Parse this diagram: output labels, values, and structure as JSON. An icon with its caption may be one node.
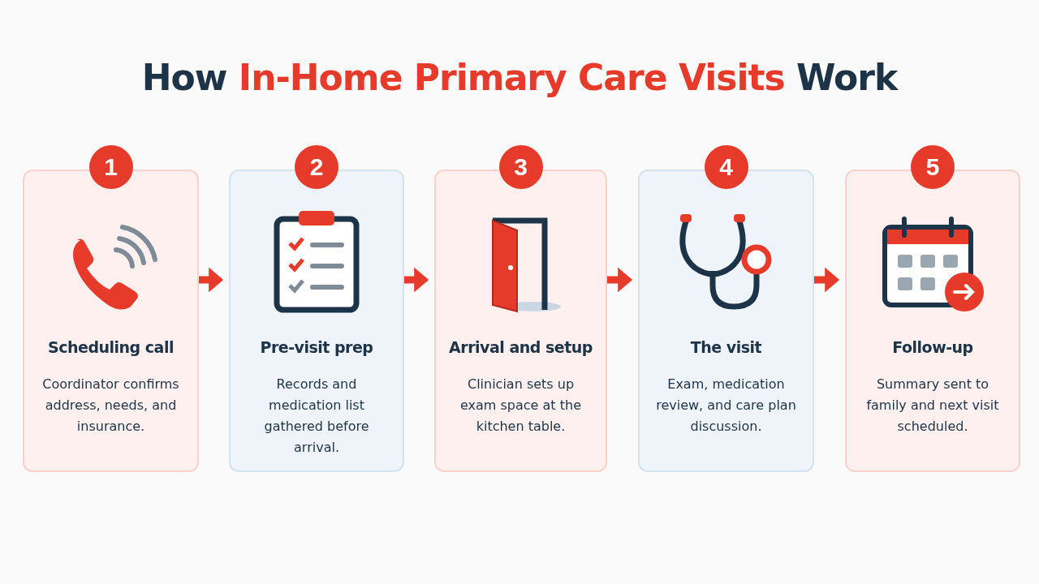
{
  "diagram": {
    "title": "How *In-Home Primary Care Visits* Work",
    "nodes": [
      {
        "text": [
          "1",
          "Scheduling call",
          "Coordinator confirms address, needs, and insurance."
        ]
      },
      {
        "text": [
          "2",
          "Pre-visit prep",
          "Records and medication list gathered before arrival."
        ]
      },
      {
        "text": [
          "3",
          "Arrival and setup",
          "Clinician sets up exam space at the kitchen table."
        ]
      },
      {
        "text": [
          "4",
          "The visit",
          "Exam, medication review, and care plan discussion."
        ]
      },
      {
        "text": [
          "5",
          "Follow-up",
          "Summary sent to family and next visit scheduled."
        ]
      }
    ],
    "edges": [
      {
        "from": 0,
        "to": 1,
        "arrow": "to"
      },
      {
        "from": 1,
        "to": 2,
        "arrow": "to"
      },
      {
        "from": 2,
        "to": 3,
        "arrow": "to"
      },
      {
        "from": 3,
        "to": 4,
        "arrow": "to"
      }
    ]
  }
}
